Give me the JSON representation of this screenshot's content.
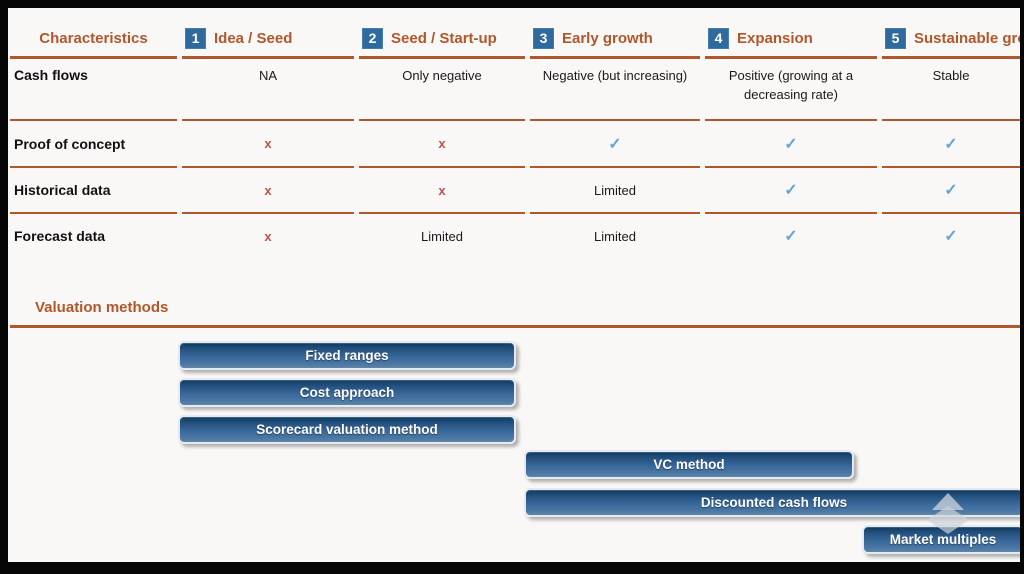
{
  "table": {
    "characteristics_header": "Characteristics",
    "stages": [
      {
        "number": "1",
        "label": "Idea / Seed"
      },
      {
        "number": "2",
        "label": "Seed / Start-up"
      },
      {
        "number": "3",
        "label": "Early growth"
      },
      {
        "number": "4",
        "label": "Expansion"
      },
      {
        "number": "5",
        "label": "Sustainable growth"
      }
    ],
    "symbols": {
      "x": "x",
      "check": "✓"
    },
    "rows": [
      {
        "label": "Cash flows",
        "cells": [
          "NA",
          "Only negative",
          "Negative (but increasing)",
          "Positive (growing at a decreasing rate)",
          "Stable"
        ]
      },
      {
        "label": "Proof of concept",
        "cells": [
          "x",
          "x",
          "✓",
          "✓",
          "✓"
        ]
      },
      {
        "label": "Historical data",
        "cells": [
          "x",
          "x",
          "Limited",
          "✓",
          "✓"
        ]
      },
      {
        "label": "Forecast data",
        "cells": [
          "x",
          "Limited",
          "Limited",
          "✓",
          "✓"
        ]
      }
    ]
  },
  "valuation": {
    "heading": "Valuation methods",
    "bars": [
      {
        "label": "Fixed ranges",
        "stages": "1-2"
      },
      {
        "label": "Cost approach",
        "stages": "1-2"
      },
      {
        "label": "Scorecard valuation method",
        "stages": "1-2"
      },
      {
        "label": "VC method",
        "stages": "3-4"
      },
      {
        "label": "Discounted cash flows",
        "stages": "3-5"
      },
      {
        "label": "Market multiples",
        "stages": "5"
      }
    ]
  },
  "colors": {
    "accent_orange": "#b0572b",
    "x_red": "#c1504a",
    "check_blue": "#64a5d8",
    "badge_blue": "#2f6a9e",
    "bar_blue_dark": "#0f3a5f",
    "bar_blue_light": "#4c78a4",
    "background": "#f9f8f6",
    "frame": "#050505"
  }
}
